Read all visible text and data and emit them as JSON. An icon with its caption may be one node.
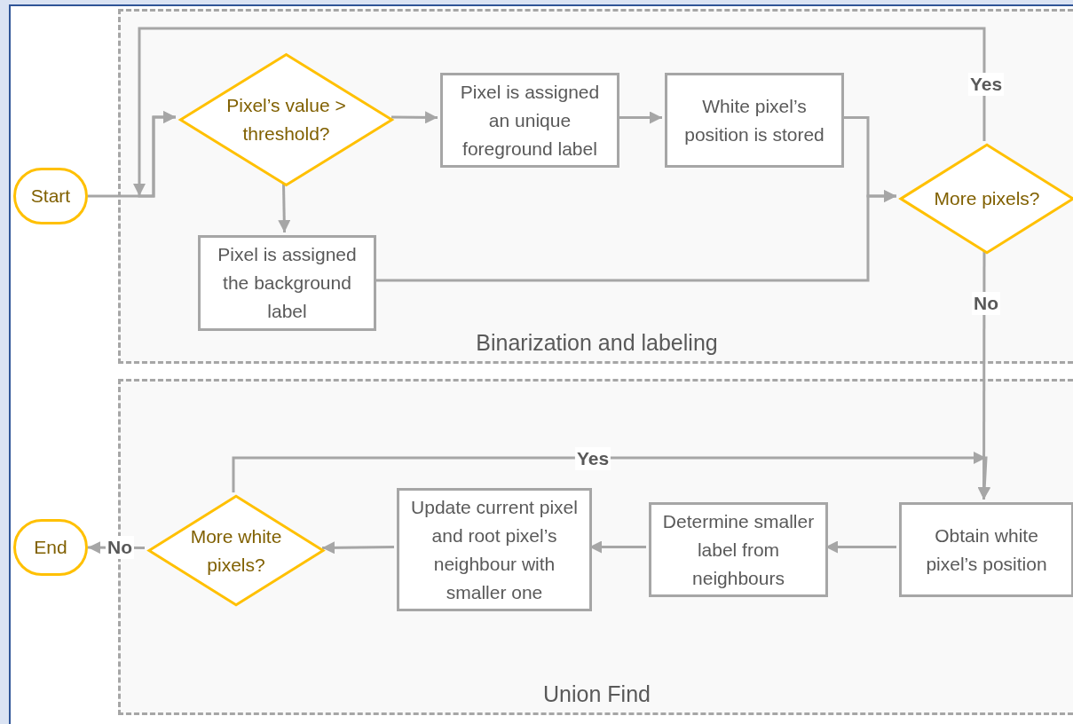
{
  "diagram": {
    "nodes": [
      {
        "text": [
          "Start"
        ]
      },
      {
        "text": [
          "Binarization and labeling"
        ]
      },
      {
        "text": [
          "Pixel’s value > threshold?"
        ],
        "in": 1
      },
      {
        "text": [
          "Pixel is assigned an unique foreground label"
        ],
        "in": 1
      },
      {
        "text": [
          "White pixel’s position is stored"
        ],
        "in": 1
      },
      {
        "text": [
          "Pixel is assigned the background label"
        ],
        "in": 1
      },
      {
        "text": [
          "More pixels?"
        ],
        "in": 1
      },
      {
        "text": [
          "Union Find"
        ]
      },
      {
        "text": [
          "Obtain white pixel’s position"
        ],
        "in": 7
      },
      {
        "text": [
          "Determine smaller label from neighbours"
        ],
        "in": 7
      },
      {
        "text": [
          "Update current pixel and root pixel’s neighbour with smaller one"
        ],
        "in": 7
      },
      {
        "text": [
          "More white pixels?"
        ],
        "in": 7
      },
      {
        "text": [
          "End"
        ]
      }
    ],
    "edges": [
      {
        "from": 0,
        "to": 2,
        "arrow": "to"
      },
      {
        "from": 2,
        "to": 3,
        "arrow": "to"
      },
      {
        "from": 2,
        "to": 5,
        "arrow": "to"
      },
      {
        "from": 3,
        "to": 4,
        "arrow": "to"
      },
      {
        "from": 4,
        "to": 6,
        "arrow": "to"
      },
      {
        "from": 5,
        "to": 6,
        "arrow": "to"
      },
      {
        "from": 6,
        "to": 2,
        "label": "Yes",
        "arrow": "to"
      },
      {
        "from": 6,
        "to": 8,
        "label": "No",
        "arrow": "to"
      },
      {
        "from": 8,
        "to": 9,
        "arrow": "to"
      },
      {
        "from": 9,
        "to": 10,
        "arrow": "to"
      },
      {
        "from": 10,
        "to": 11,
        "arrow": "to"
      },
      {
        "from": 11,
        "to": 12,
        "label": "No",
        "arrow": "to"
      },
      {
        "from": 11,
        "to": 8,
        "label": "Yes",
        "arrow": "to"
      }
    ]
  }
}
